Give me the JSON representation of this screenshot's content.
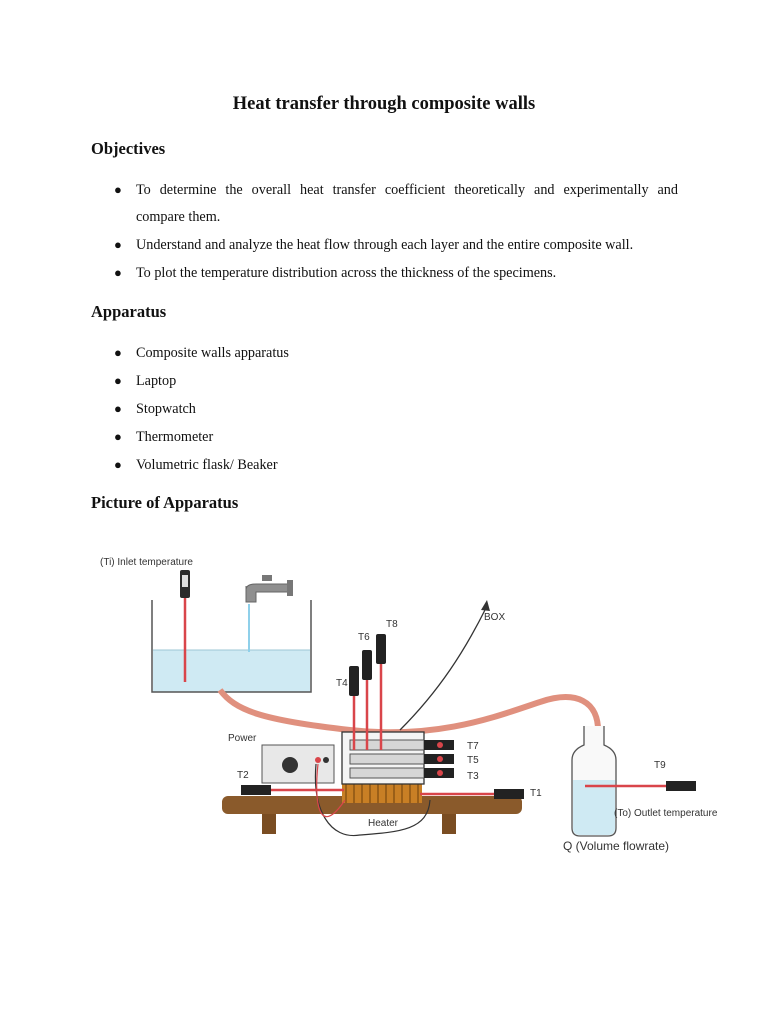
{
  "doc": {
    "title": "Heat transfer through composite walls",
    "objectives": {
      "heading": "Objectives",
      "items": [
        {
          "line1": "To determine the overall heat transfer coefficient theoretically and experimentally and",
          "line2": "compare them."
        },
        {
          "line1": "Understand and analyze the heat flow through each layer and the entire composite wall."
        },
        {
          "line1": "To plot the temperature distribution across the thickness of the specimens."
        }
      ]
    },
    "apparatus": {
      "heading": "Apparatus",
      "items": [
        "Composite walls apparatus",
        "Laptop",
        "Stopwatch",
        "Thermometer",
        "Volumetric flask/ Beaker"
      ]
    },
    "picture": {
      "heading": "Picture of Apparatus",
      "labels": {
        "inlet": "(Ti) Inlet temperature",
        "box": "BOX",
        "power": "Power",
        "heater": "Heater",
        "outlet": "(To) Outlet temperature",
        "flow": "Q (Volume flowrate)",
        "t1": "T1",
        "t2": "T2",
        "t3": "T3",
        "t4": "T4",
        "t5": "T5",
        "t6": "T6",
        "t7": "T7",
        "t8": "T8",
        "t9": "T9"
      }
    }
  },
  "colors": {
    "water": "#cfeaf3",
    "hose": "#e0907e",
    "rod": "#d9454a",
    "wood": "#8a5a2b",
    "coil": "#d68a2a"
  }
}
